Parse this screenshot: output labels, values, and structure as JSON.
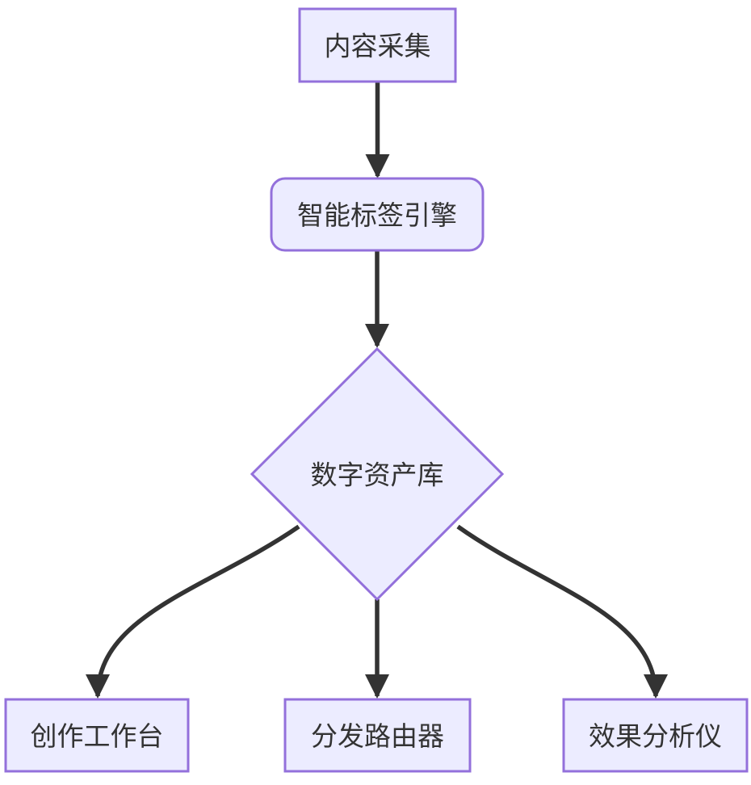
{
  "diagram": {
    "type": "flowchart",
    "direction": "top-down",
    "nodes": [
      {
        "id": "content-collection",
        "label": "内容采集",
        "shape": "rectangle"
      },
      {
        "id": "smart-tag-engine",
        "label": "智能标签引擎",
        "shape": "rounded-rectangle"
      },
      {
        "id": "digital-asset-library",
        "label": "数字资产库",
        "shape": "diamond"
      },
      {
        "id": "creation-workbench",
        "label": "创作工作台",
        "shape": "rectangle"
      },
      {
        "id": "distribution-router",
        "label": "分发路由器",
        "shape": "rectangle"
      },
      {
        "id": "effect-analyzer",
        "label": "效果分析仪",
        "shape": "rectangle"
      }
    ],
    "edges": [
      {
        "from": "内容采集",
        "to": "智能标签引擎",
        "style": "solid-arrow"
      },
      {
        "from": "智能标签引擎",
        "to": "数字资产库",
        "style": "solid-arrow"
      },
      {
        "from": "数字资产库",
        "to": "创作工作台",
        "style": "solid-arrow-curved"
      },
      {
        "from": "数字资产库",
        "to": "分发路由器",
        "style": "solid-arrow"
      },
      {
        "from": "数字资产库",
        "to": "效果分析仪",
        "style": "solid-arrow-curved"
      }
    ],
    "colors": {
      "node_fill": "#ECECFF",
      "node_border": "#9370DB",
      "edge_line": "#333333",
      "text": "#333333",
      "background": "#FFFFFF"
    }
  }
}
